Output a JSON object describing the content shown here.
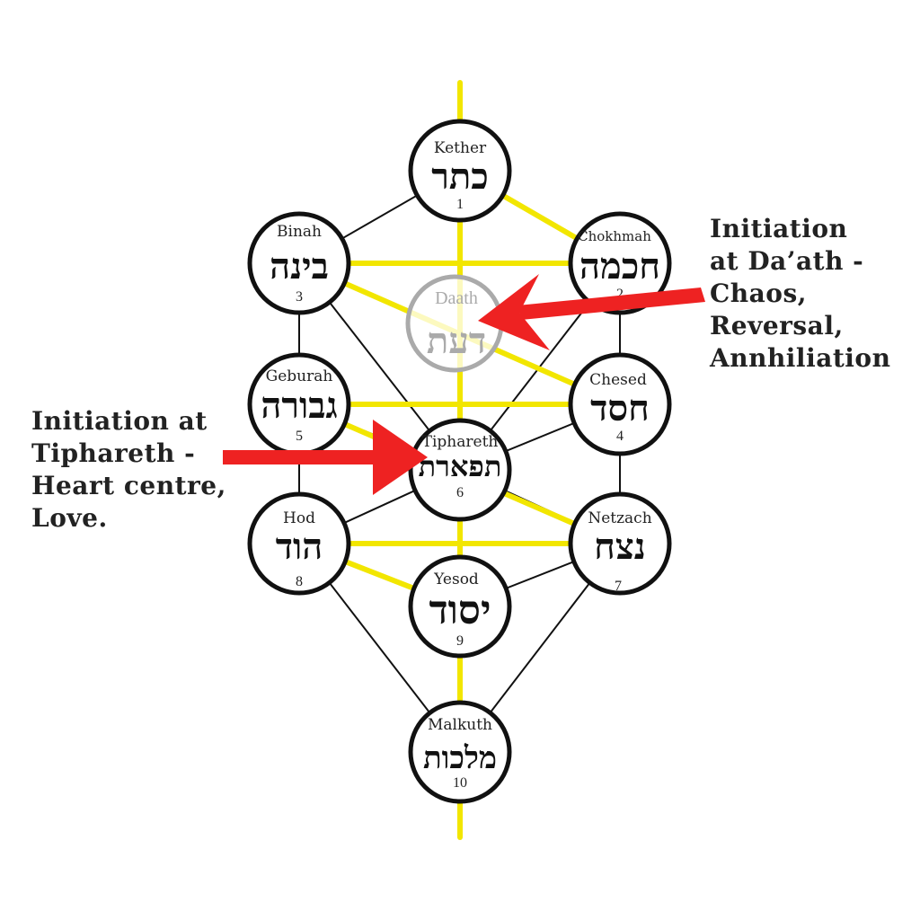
{
  "sephiroth": [
    {
      "id": "kether",
      "name": "Kether",
      "hebrew": "כתר",
      "number": "1"
    },
    {
      "id": "chokhmah",
      "name": "Chokhmah",
      "hebrew": "חכמה",
      "number": "2"
    },
    {
      "id": "binah",
      "name": "Binah",
      "hebrew": "בינה",
      "number": "3"
    },
    {
      "id": "chesed",
      "name": "Chesed",
      "hebrew": "חסד",
      "number": "4"
    },
    {
      "id": "geburah",
      "name": "Geburah",
      "hebrew": "גבורה",
      "number": "5"
    },
    {
      "id": "tiphareth",
      "name": "Tiphareth",
      "hebrew": "תפארת",
      "number": "6"
    },
    {
      "id": "netzach",
      "name": "Netzach",
      "hebrew": "נצח",
      "number": "7"
    },
    {
      "id": "hod",
      "name": "Hod",
      "hebrew": "הוד",
      "number": "8"
    },
    {
      "id": "yesod",
      "name": "Yesod",
      "hebrew": "יסוד",
      "number": "9"
    },
    {
      "id": "malkuth",
      "name": "Malkuth",
      "hebrew": "מלכות",
      "number": "10"
    }
  ],
  "daath": {
    "name": "Daath",
    "hebrew": "דעת"
  },
  "annotations": {
    "daath_lines": [
      "Initiation",
      "at Da’ath -",
      "Chaos,",
      "Reversal,",
      "Annhiliation"
    ],
    "tiphareth_lines": [
      "Initiation at",
      "Tiphareth -",
      "Heart centre,",
      "Love."
    ]
  },
  "colors": {
    "path_line": "#111111",
    "lightning": "#f2e600",
    "circle_stroke": "#111111",
    "daath_stroke": "#aaaaaa",
    "arrow": "#ee2222"
  }
}
